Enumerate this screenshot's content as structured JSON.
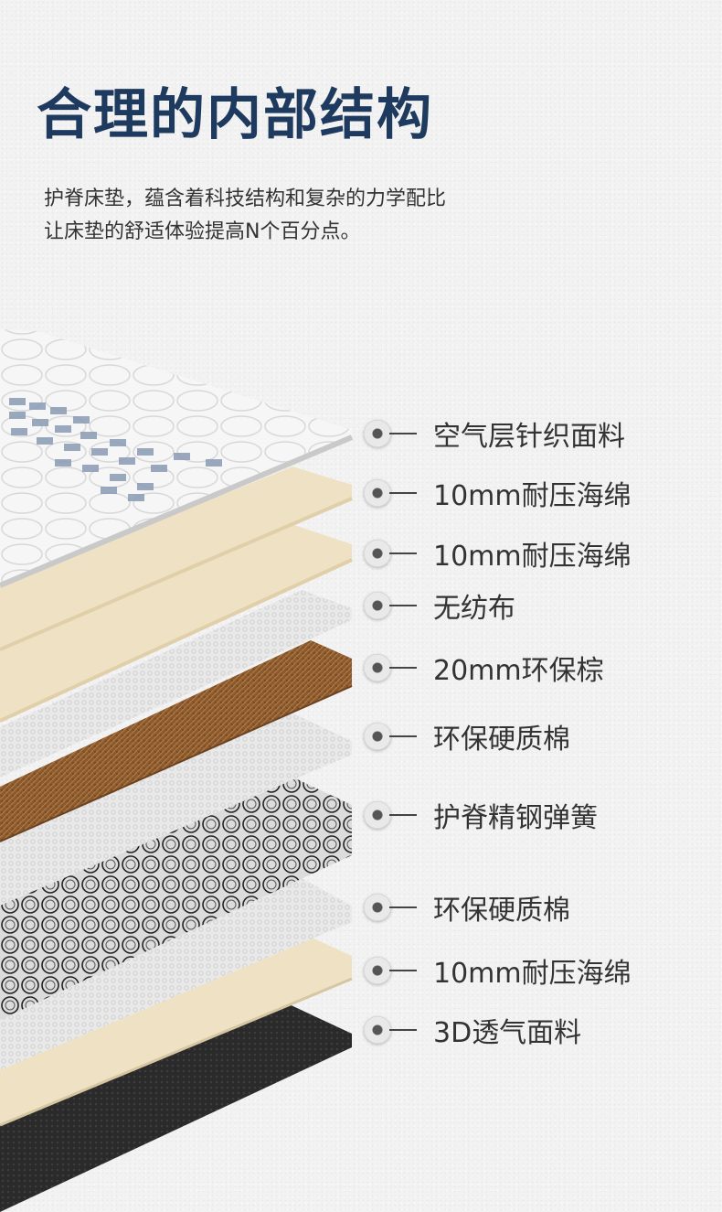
{
  "header": {
    "title": "合理的内部结构",
    "subtitle_lines": [
      "护脊床垫，蕴含着科技结构和复杂的力学配比",
      "让床垫的舒适体验提高N个百分点。"
    ]
  },
  "layers": [
    {
      "label": "空气层针织面料",
      "icon": "knit-fabric-icon"
    },
    {
      "label": "10mm耐压海绵",
      "icon": "sponge-icon"
    },
    {
      "label": "10mm耐压海绵",
      "icon": "sponge-icon"
    },
    {
      "label": "无纺布",
      "icon": "nonwoven-icon"
    },
    {
      "label": "20mm环保棕",
      "icon": "palm-fiber-icon"
    },
    {
      "label": "环保硬质棉",
      "icon": "cotton-icon"
    },
    {
      "label": "护脊精钢弹簧",
      "icon": "spring-icon"
    },
    {
      "label": "环保硬质棉",
      "icon": "cotton-icon"
    },
    {
      "label": "10mm耐压海绵",
      "icon": "sponge-icon"
    },
    {
      "label": "3D透气面料",
      "icon": "mesh-fabric-icon"
    }
  ],
  "colors": {
    "title": "#1f3a5f",
    "fabric": "#f4f4f4",
    "sponge": "#efe2c4",
    "palm": "#8a5a2e",
    "spring": "#3a3a3a",
    "mesh": "#2b2b2b"
  }
}
